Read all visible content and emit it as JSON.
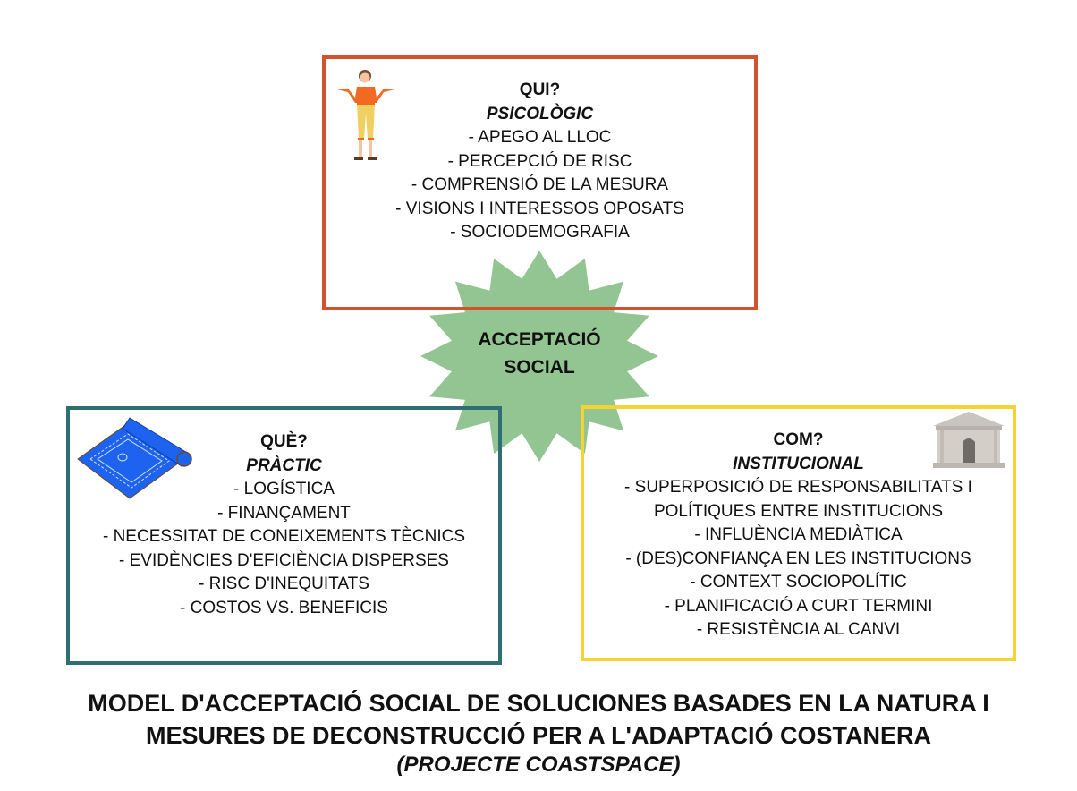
{
  "center": {
    "line1": "ACCEPTACIÓ",
    "line2": "SOCIAL"
  },
  "who": {
    "question": "QUI?",
    "category": "PSICOLÒGIC",
    "items": [
      "- APEGO AL LLOC",
      "- PERCEPCIÓ DE RISC",
      "- COMPRENSIÓ DE LA MESURA",
      "- VISIONS I INTERESSOS OPOSATS",
      "- SOCIODEMOGRAFIA"
    ]
  },
  "what": {
    "question": "QUÈ?",
    "category": "PRÀCTIC",
    "items": [
      "- LOGÍSTICA",
      "- FINANÇAMENT",
      "- NECESSITAT DE CONEIXEMENTS TÈCNICS",
      "- EVIDÈNCIES D'EFICIÈNCIA DISPERSES",
      "- RISC D'INEQUITATS",
      "- COSTOS VS. BENEFICIS"
    ]
  },
  "how": {
    "question": "COM?",
    "category": "INSTITUCIONAL",
    "items": [
      "- SUPERPOSICIÓ DE RESPONSABILITATS I",
      "POLÍTIQUES ENTRE INSTITUCIONS",
      "- INFLUÈNCIA MEDIÀTICA",
      "- (DES)CONFIANÇA EN LES INSTITUCIONS",
      "- CONTEXT SOCIOPOLÍTIC",
      "- PLANIFICACIÓ A CURT TERMINI",
      "- RESISTÈNCIA AL CANVI"
    ]
  },
  "footer": {
    "title_line1": "MODEL D'ACCEPTACIÓ SOCIAL DE SOLUCIONES BASADES EN LA NATURA I",
    "title_line2": "MESURES DE DECONSTRUCCIÓ PER A L'ADAPTACIÓ COSTANERA",
    "subtitle": "(PROJECTE COASTSPACE)"
  },
  "colors": {
    "who": "#d4512f",
    "what": "#2f6e73",
    "how": "#f5d330",
    "star": "#93c592"
  }
}
